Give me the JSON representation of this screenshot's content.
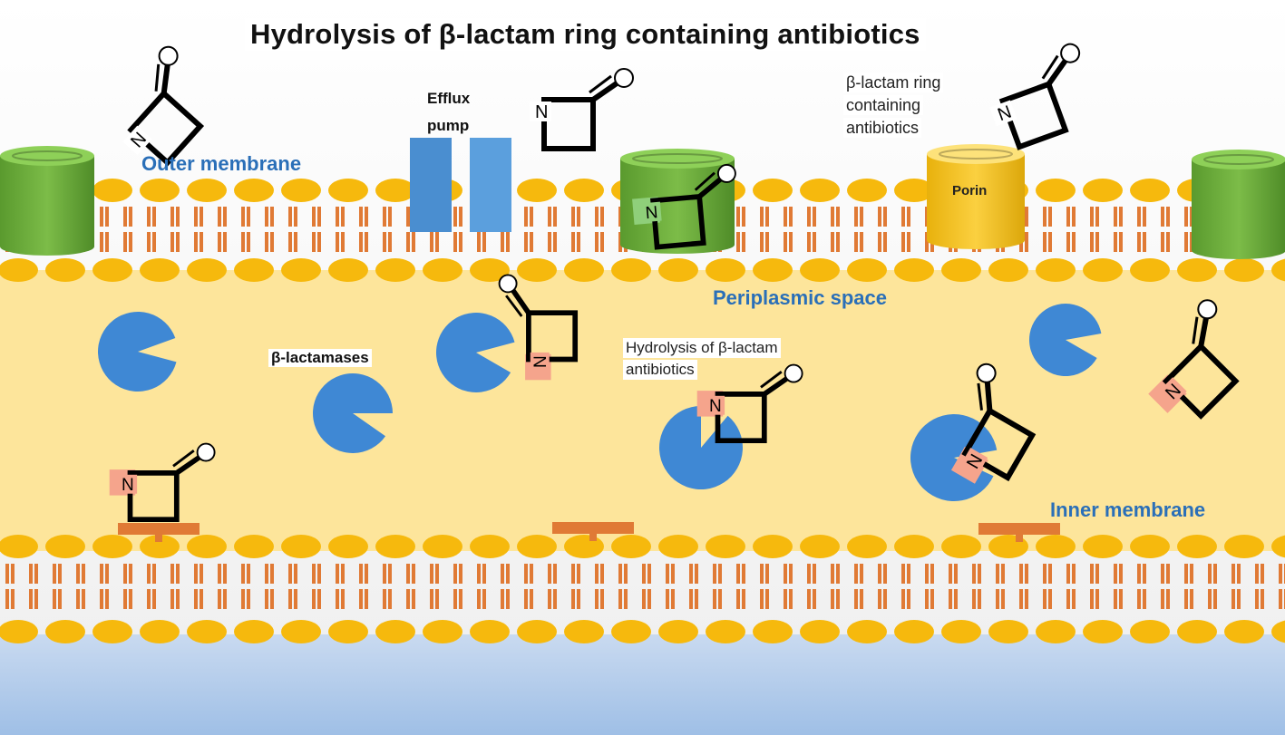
{
  "diagram": {
    "title": "Hydrolysis of β-lactam ring containing antibiotics",
    "regions": {
      "outer_membrane": "Outer membrane",
      "periplasmic_space": "Periplasmic space",
      "inner_membrane": "Inner membrane"
    },
    "labels": {
      "efflux_line1": "Efflux",
      "efflux_line2": "pump",
      "porin": "Porin",
      "beta_lactamases": "β-lactamases",
      "antibiotic_line1": "β-lactam ring",
      "antibiotic_line2": "containing",
      "antibiotic_line3": "antibiotics",
      "hydrolysis_line1": "Hydrolysis of β-lactam",
      "hydrolysis_line2": "antibiotics"
    },
    "atom_label": "N",
    "colors": {
      "periplasm": "#fde59b",
      "lipid_head": "#f6b90d",
      "lipid_tail": "#e07a35",
      "channel_green": "#6fae3e",
      "porin_yellow": "#f5c420",
      "efflux_blue": "#4a8ed0",
      "enzyme_blue": "#3f88d4",
      "nitrogen_box": "#f5a48c",
      "label_blue": "#2a6fb8",
      "bottom_blue": "#a9c6e8"
    },
    "icons": [
      "beta-lactam-ring-icon",
      "beta-lactamase-enzyme-icon",
      "porin-channel-icon",
      "efflux-pump-icon"
    ]
  }
}
